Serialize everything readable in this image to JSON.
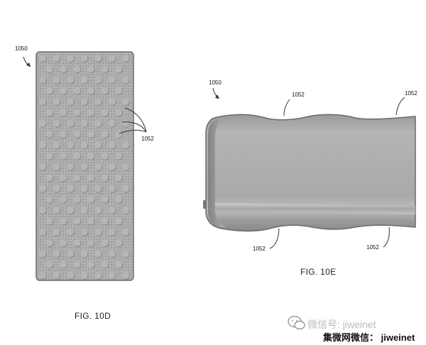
{
  "figures": {
    "left": {
      "caption": "FIG. 10D",
      "refs": {
        "device": "1050",
        "bumps": "1052"
      }
    },
    "right": {
      "caption": "FIG. 10E",
      "refs": {
        "device": "1050",
        "top_a": "1052",
        "top_b": "1052",
        "bottom_a": "1052",
        "bottom_b": "1052"
      }
    }
  },
  "watermark": {
    "line1": "微信号: jiweinet",
    "line2": "集微网微信： jiweinet"
  },
  "colors": {
    "panel_fill": "#a9a9a9",
    "panel_edge": "#6e6e6e",
    "bump_fill": "#b6b6b6",
    "bump_shadow": "#8b8b8b",
    "line": "#333333"
  }
}
